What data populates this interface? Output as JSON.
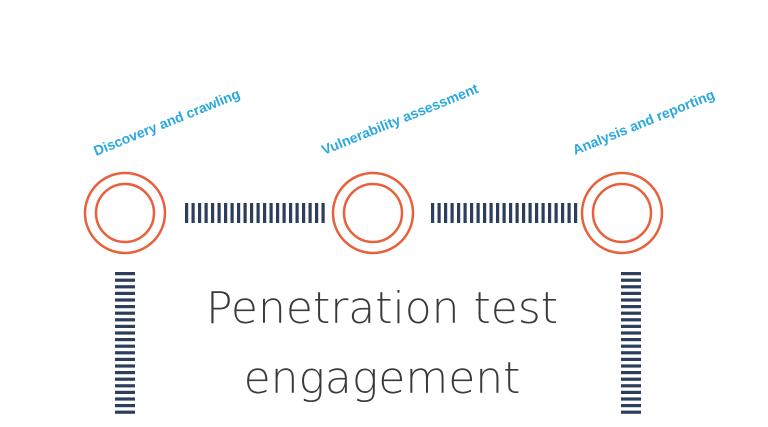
{
  "stages": [
    {
      "label": "Discovery and crawling"
    },
    {
      "label": "Vulnerability assessment"
    },
    {
      "label": "Analysis and reporting"
    }
  ],
  "title": {
    "line1": "Penetration test",
    "line2": "engagement"
  },
  "colors": {
    "ring": "#e8603c",
    "connector": "#2c3e5c",
    "label": "#29a8df",
    "title": "#3a3a3a"
  }
}
